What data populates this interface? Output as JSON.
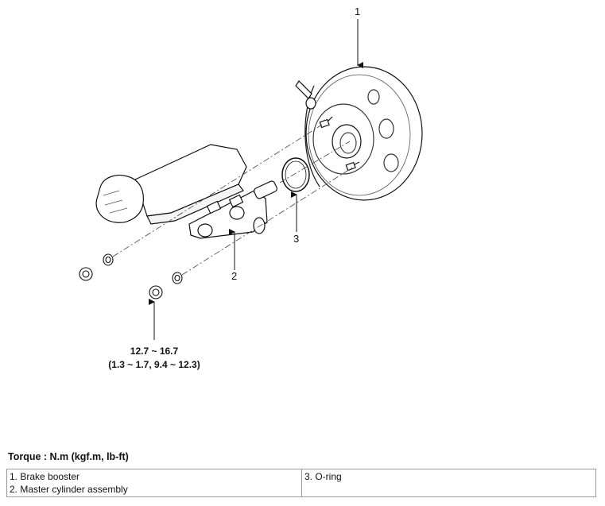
{
  "callouts": {
    "c1": "1",
    "c2": "2",
    "c3": "3"
  },
  "torque_spec": {
    "line1": "12.7 ~ 16.7",
    "line2": "(1.3 ~ 1.7, 9.4 ~ 12.3)"
  },
  "torque_heading": "Torque : N.m (kgf.m, lb-ft)",
  "legend": {
    "left": [
      "1. Brake booster",
      "2. Master cylinder assembly"
    ],
    "right": [
      "3. O-ring"
    ]
  }
}
